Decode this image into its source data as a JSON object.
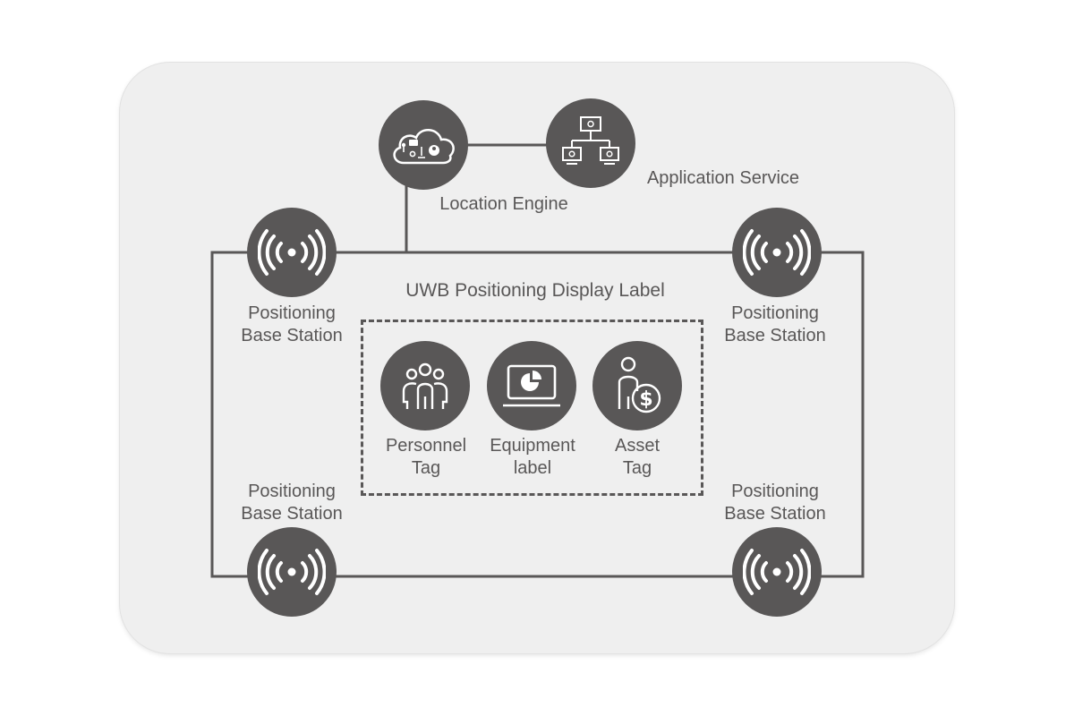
{
  "location_engine": {
    "label": "Location Engine",
    "icon": "cloud-icon"
  },
  "application_service": {
    "label": "Application Service",
    "icon": "network-monitors-icon"
  },
  "display_label_title": "UWB Positioning Display Label",
  "base_stations": {
    "top_left": {
      "line1": "Positioning",
      "line2": "Base Station"
    },
    "top_right": {
      "line1": "Positioning",
      "line2": "Base Station"
    },
    "bottom_left": {
      "line1": "Positioning",
      "line2": "Base Station"
    },
    "bottom_right": {
      "line1": "Positioning",
      "line2": "Base Station"
    }
  },
  "tags": {
    "personnel": {
      "line1": "Personnel",
      "line2": "Tag",
      "icon": "people-icon"
    },
    "equipment": {
      "line1": "Equipment",
      "line2": "label",
      "icon": "monitor-chart-icon"
    },
    "asset": {
      "line1": "Asset",
      "line2": "Tag",
      "icon": "person-dollar-icon"
    }
  },
  "colors": {
    "node": "#595757",
    "panel": "#efefef",
    "text": "#595757"
  }
}
